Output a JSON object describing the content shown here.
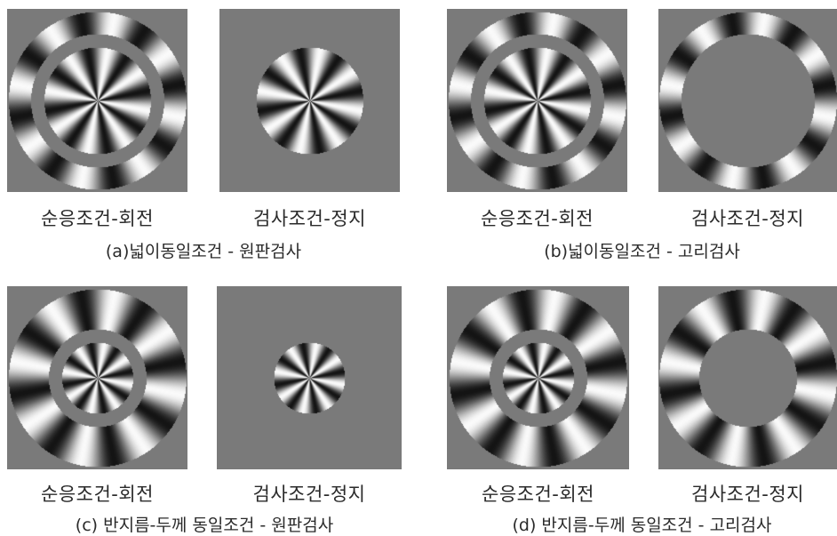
{
  "colors": {
    "background": "#ffffff",
    "panel_gray": "#7a7a7a",
    "text": "#2a2a2a"
  },
  "groups": [
    {
      "id": "a",
      "subcaption": "(a)넓이동일조건 - 원판검사",
      "left_panel": {
        "caption": "순응조건-회전",
        "stimulus": "disk-and-ring"
      },
      "right_panel": {
        "caption": "검사조건-정지",
        "stimulus": "disk"
      }
    },
    {
      "id": "b",
      "subcaption": "(b)넓이동일조건 - 고리검사",
      "left_panel": {
        "caption": "순응조건-회전",
        "stimulus": "disk-and-ring"
      },
      "right_panel": {
        "caption": "검사조건-정지",
        "stimulus": "ring"
      }
    },
    {
      "id": "c",
      "subcaption": "(c) 반지름-두께 동일조건 - 원판검사",
      "left_panel": {
        "caption": "순응조건-회전",
        "stimulus": "disk-and-ring"
      },
      "right_panel": {
        "caption": "검사조건-정지",
        "stimulus": "disk"
      }
    },
    {
      "id": "d",
      "subcaption": "(d) 반지름-두께 동일조건 - 고리검사",
      "left_panel": {
        "caption": "순응조건-회전",
        "stimulus": "disk-and-ring"
      },
      "right_panel": {
        "caption": "검사조건-정지",
        "stimulus": "ring"
      }
    }
  ]
}
